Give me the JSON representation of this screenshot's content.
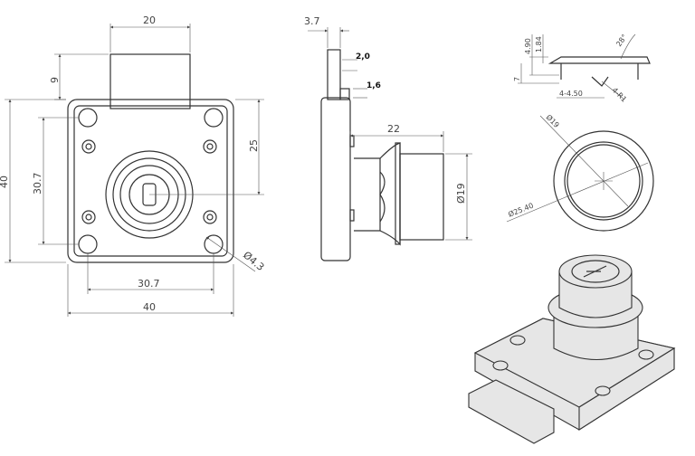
{
  "front_view": {
    "bolt_width": "20",
    "bolt_height": "9",
    "height": "40",
    "hole_spacing_v": "30.7",
    "center_height": "25",
    "hole_spacing_h": "30.7",
    "width": "40",
    "hole_dia": "Ø4.3"
  },
  "side_view": {
    "bolt_thickness": "3.7",
    "step_a": "2,0",
    "step_b": "1,6",
    "cylinder_length": "22",
    "cylinder_dia": "Ø19"
  },
  "cap_side": {
    "h1": "4.90",
    "h2": "1.84",
    "h_total": "7",
    "angle": "28°",
    "pins": "4-4.50",
    "radius": "4-R1"
  },
  "cap_top": {
    "inner_dia": "Ø19",
    "outer_dia": "Ø25.40"
  }
}
